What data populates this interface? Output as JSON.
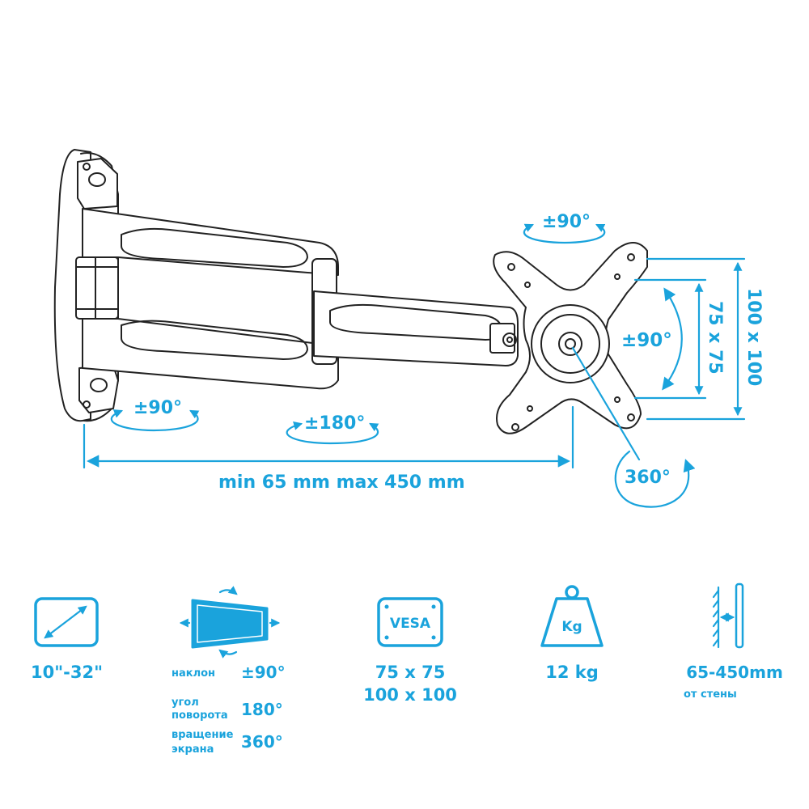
{
  "diagram": {
    "base_tilt": "±90°",
    "arm_swivel": "±180°",
    "head_swivel": "±90°",
    "plate_tilt": "±90°",
    "rotation": "360°",
    "depth_range": "min 65 mm max 450 mm",
    "vesa_inner": "75 x 75",
    "vesa_outer": "100 x 100"
  },
  "specs": {
    "screen": {
      "value": "10\"-32\""
    },
    "motion": {
      "rows": [
        {
          "label_1": "наклон",
          "label_2": "",
          "value": "±90°"
        },
        {
          "label_1": "угол",
          "label_2": "поворота",
          "value": "180°"
        },
        {
          "label_1": "вращение",
          "label_2": "экрана",
          "value": "360°"
        }
      ]
    },
    "vesa": {
      "badge": "VESA",
      "line_1": "75 x 75",
      "line_2": "100 x 100"
    },
    "load": {
      "badge": "Kg",
      "value": "12 kg"
    },
    "distance": {
      "value": "65-450mm",
      "caption": "от стены"
    }
  },
  "colors": {
    "accent": "#1aa3dc",
    "ink": "#222222"
  }
}
